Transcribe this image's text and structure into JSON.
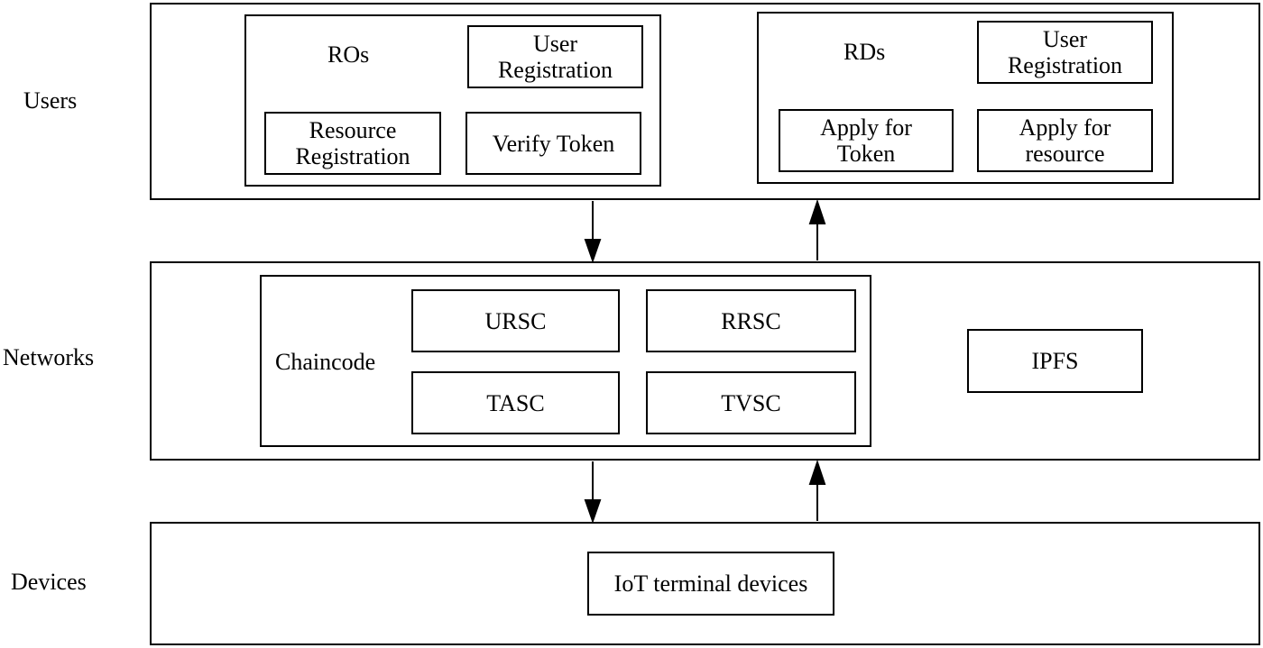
{
  "layers": {
    "users": "Users",
    "networks": "Networks",
    "devices": "Devices"
  },
  "ros": {
    "title": "ROs",
    "user_registration": [
      "User",
      "Registration"
    ],
    "resource_registration": [
      "Resource",
      "Registration"
    ],
    "verify_token": "Verify Token"
  },
  "rds": {
    "title": "RDs",
    "user_registration": [
      "User",
      "Registration"
    ],
    "apply_token": [
      "Apply for",
      "Token"
    ],
    "apply_resource": [
      "Apply for",
      "resource"
    ]
  },
  "chaincode": {
    "title": "Chaincode",
    "contracts": [
      "URSC",
      "RRSC",
      "TASC",
      "TVSC"
    ]
  },
  "ipfs": "IPFS",
  "iot": "IoT terminal devices"
}
